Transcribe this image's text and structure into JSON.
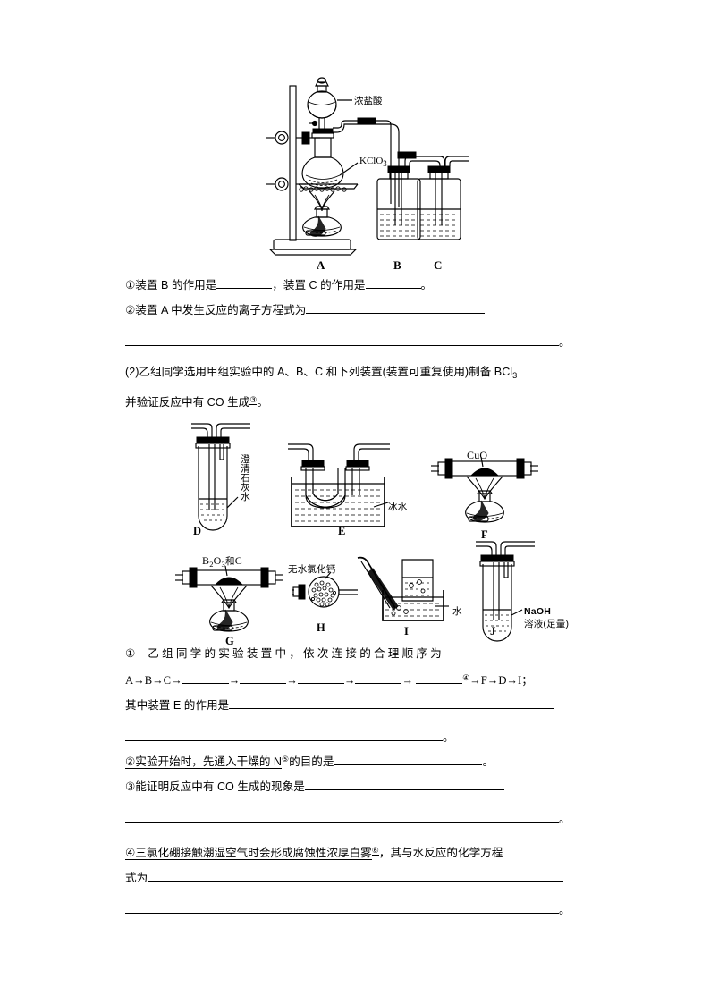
{
  "figure1": {
    "caption_labels": [
      "A",
      "B",
      "C"
    ],
    "annotations": [
      {
        "name": "concentrated-hydrochloric-acid",
        "text": "浓盐酸"
      },
      {
        "name": "potassium-chlorate",
        "text": "KClO",
        "sub": "3"
      }
    ]
  },
  "q1": {
    "item1": {
      "prefix": "①装置 B 的作用是",
      "middle": "，装置 C 的作用是",
      "suffix": "。"
    },
    "item2": {
      "prefix": "②装置 A 中发生反应的离子方程式为",
      "tail": "。"
    }
  },
  "q2_intro": {
    "line1_a": "(2)乙组同学选用甲组实验中的 A、B、C 和下列装置(装置可重复使用)制备 BCl",
    "line1_sub": "3",
    "line2": "并验证反应中有 CO 生成",
    "line2_marker": "③",
    "line2_end": "。"
  },
  "figure2": {
    "apparatus": [
      {
        "id": "D",
        "label": "D",
        "annotation": "澄清石灰水"
      },
      {
        "id": "E",
        "label": "E",
        "annotation": "冰水"
      },
      {
        "id": "F",
        "label": "F",
        "annotation": "CuO"
      },
      {
        "id": "G",
        "label": "G",
        "annotation": "B2O3和C",
        "annotation_parts": {
          "b": "B",
          "b_sub": "2",
          "o": "O",
          "o_sub": "3",
          "rest": "和C"
        }
      },
      {
        "id": "H",
        "label": "H",
        "annotation": "无水氯化钙"
      },
      {
        "id": "I",
        "label": "I",
        "annotation": "水"
      },
      {
        "id": "J",
        "label": "J",
        "annotation_line1": "NaOH",
        "annotation_line2": "溶液(足量)"
      }
    ]
  },
  "q3": {
    "item1_lead": "①",
    "item1_text": "乙组同学的实验装置中，依次连接的合理顺序为",
    "chain_start": "A→B→C→",
    "chain_arrow": "→",
    "chain_marker": "④",
    "chain_end": "→F→D→I；",
    "item1_sub": "其中装置 E 的作用是",
    "item1_tail": "。"
  },
  "q4": {
    "item2_a": "②实验开始时，先通入干燥的 N",
    "item2_marker": "⑤",
    "item2_b": "的目的是",
    "item2_end": "。",
    "item3_a": "③能证明反应中有 CO 生成的现象是",
    "item3_tail": "。",
    "item4_a": "④三氯化硼接触潮湿空气时会形成腐蚀性浓厚白雾",
    "item4_marker": "⑥",
    "item4_b": "，其与水反应的化学方程",
    "item4_c": "式为",
    "item4_tail": "。"
  }
}
